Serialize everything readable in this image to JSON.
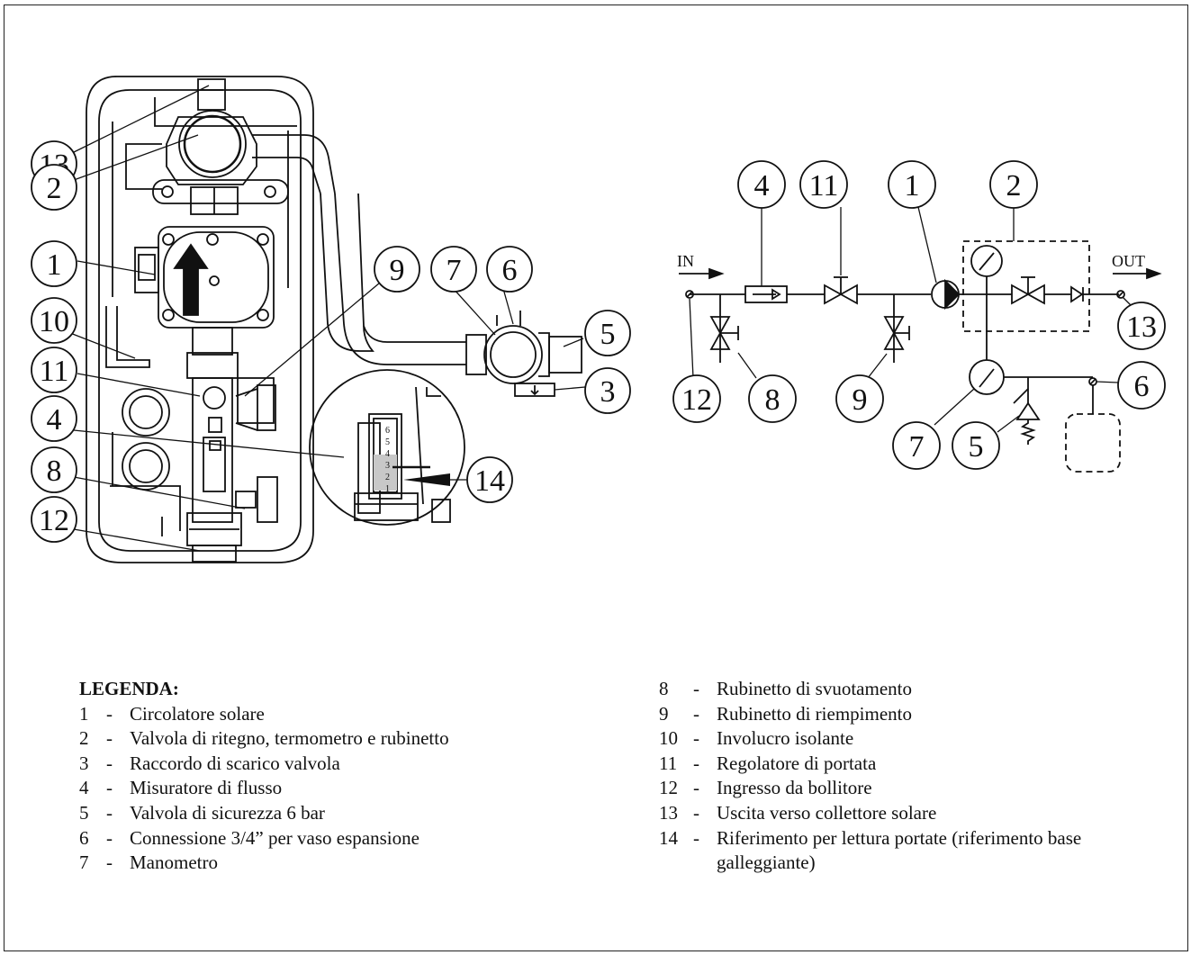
{
  "schematic": {
    "in_label": "IN",
    "out_label": "OUT"
  },
  "flow_meter_scale": [
    "6",
    "5",
    "4",
    "3",
    "2",
    "1"
  ],
  "callouts_photo": [
    "13",
    "2",
    "1",
    "10",
    "11",
    "4",
    "8",
    "12",
    "9",
    "7",
    "6",
    "5",
    "3",
    "14"
  ],
  "callouts_schematic": [
    "4",
    "11",
    "1",
    "2",
    "12",
    "8",
    "9",
    "13",
    "6",
    "7",
    "5"
  ],
  "legend": {
    "title": "LEGENDA:",
    "items_left": [
      {
        "num": "1",
        "text": "Circolatore solare"
      },
      {
        "num": "2",
        "text": "Valvola di ritegno, termometro e rubinetto"
      },
      {
        "num": "3",
        "text": "Raccordo di scarico valvola"
      },
      {
        "num": "4",
        "text": "Misuratore di flusso"
      },
      {
        "num": "5",
        "text": "Valvola di sicurezza 6 bar"
      },
      {
        "num": "6",
        "text": "Connessione 3/4” per vaso espansione"
      },
      {
        "num": "7",
        "text": "Manometro"
      }
    ],
    "items_right": [
      {
        "num": "8",
        "text": "Rubinetto di svuotamento"
      },
      {
        "num": "9",
        "text": "Rubinetto di riempimento"
      },
      {
        "num": "10",
        "text": "Involucro isolante"
      },
      {
        "num": "11",
        "text": "Regolatore di portata"
      },
      {
        "num": "12",
        "text": "Ingresso da bollitore"
      },
      {
        "num": "13",
        "text": "Uscita verso collettore solare"
      },
      {
        "num": "14",
        "text": "Riferimento per lettura portate (riferimento base galleggiante)"
      }
    ]
  }
}
